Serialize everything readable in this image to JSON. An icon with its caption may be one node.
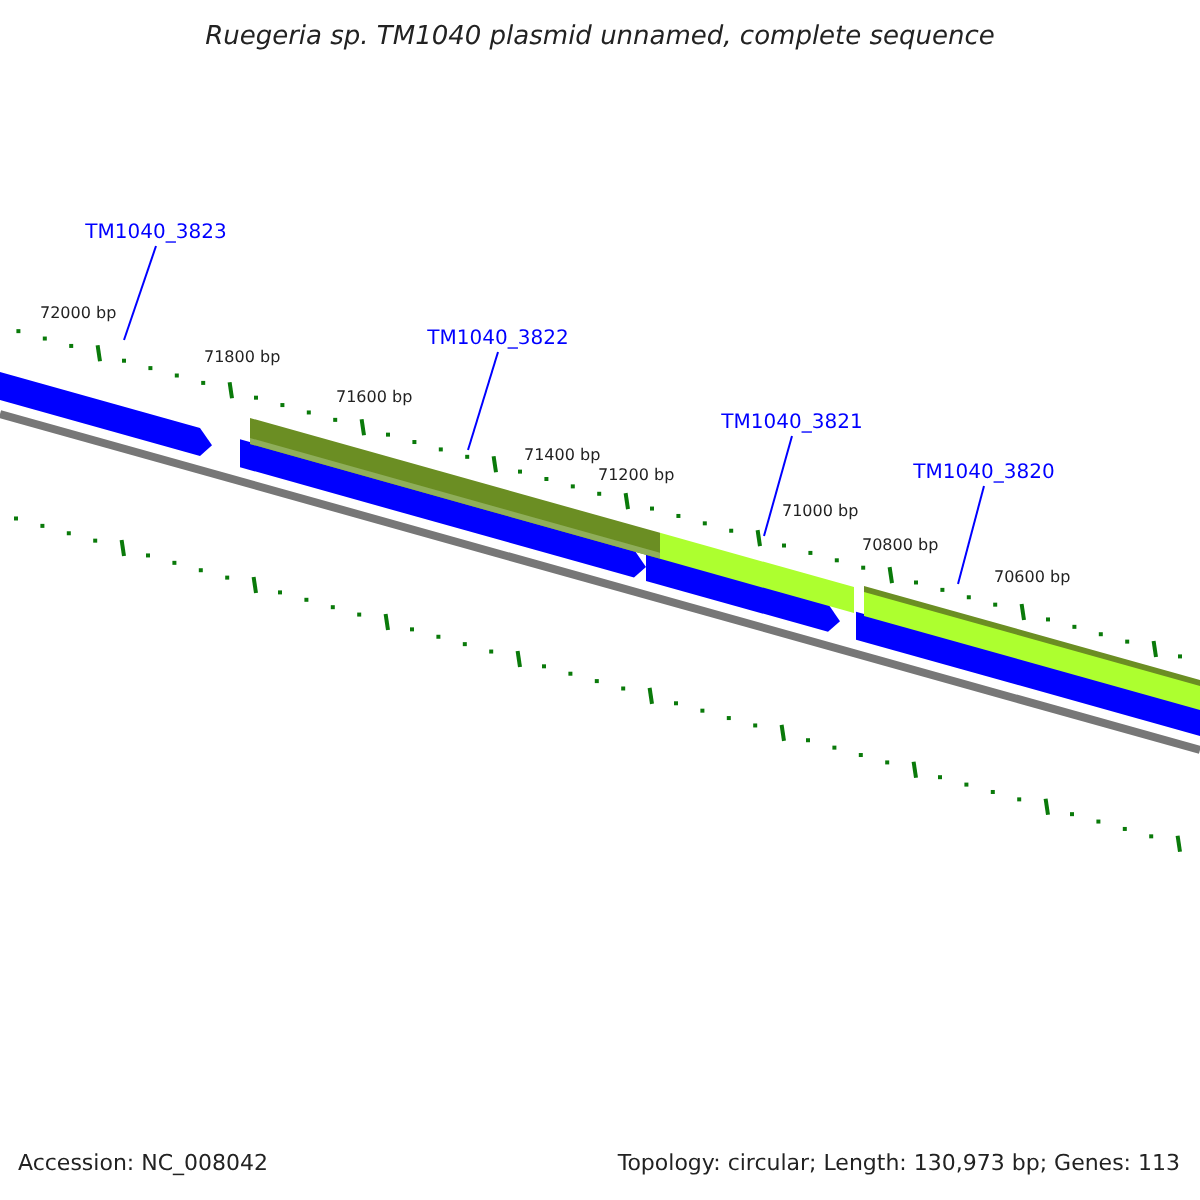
{
  "diagram": {
    "title": "Ruegeria sp. TM1040 plasmid unnamed, complete sequence",
    "nodes": [
      {
        "text": [
          "TM1040_3823"
        ]
      },
      {
        "text": [
          "TM1040_3822"
        ]
      },
      {
        "text": [
          "TM1040_3821"
        ]
      },
      {
        "text": [
          "TM1040_3820"
        ]
      }
    ],
    "edges": [
      {
        "from": 0,
        "to": null,
        "arrow": "none"
      },
      {
        "from": 1,
        "to": null,
        "arrow": "none"
      },
      {
        "from": 2,
        "to": null,
        "arrow": "none"
      },
      {
        "from": 3,
        "to": null,
        "arrow": "none"
      }
    ],
    "labels": [
      "72000 bp",
      "71800 bp",
      "71600 bp",
      "71400 bp",
      "71200 bp",
      "71000 bp",
      "70800 bp",
      "70600 bp",
      "Accession: NC_008042",
      "Topology: circular; Length: 130,973 bp; Genes: 113"
    ]
  }
}
